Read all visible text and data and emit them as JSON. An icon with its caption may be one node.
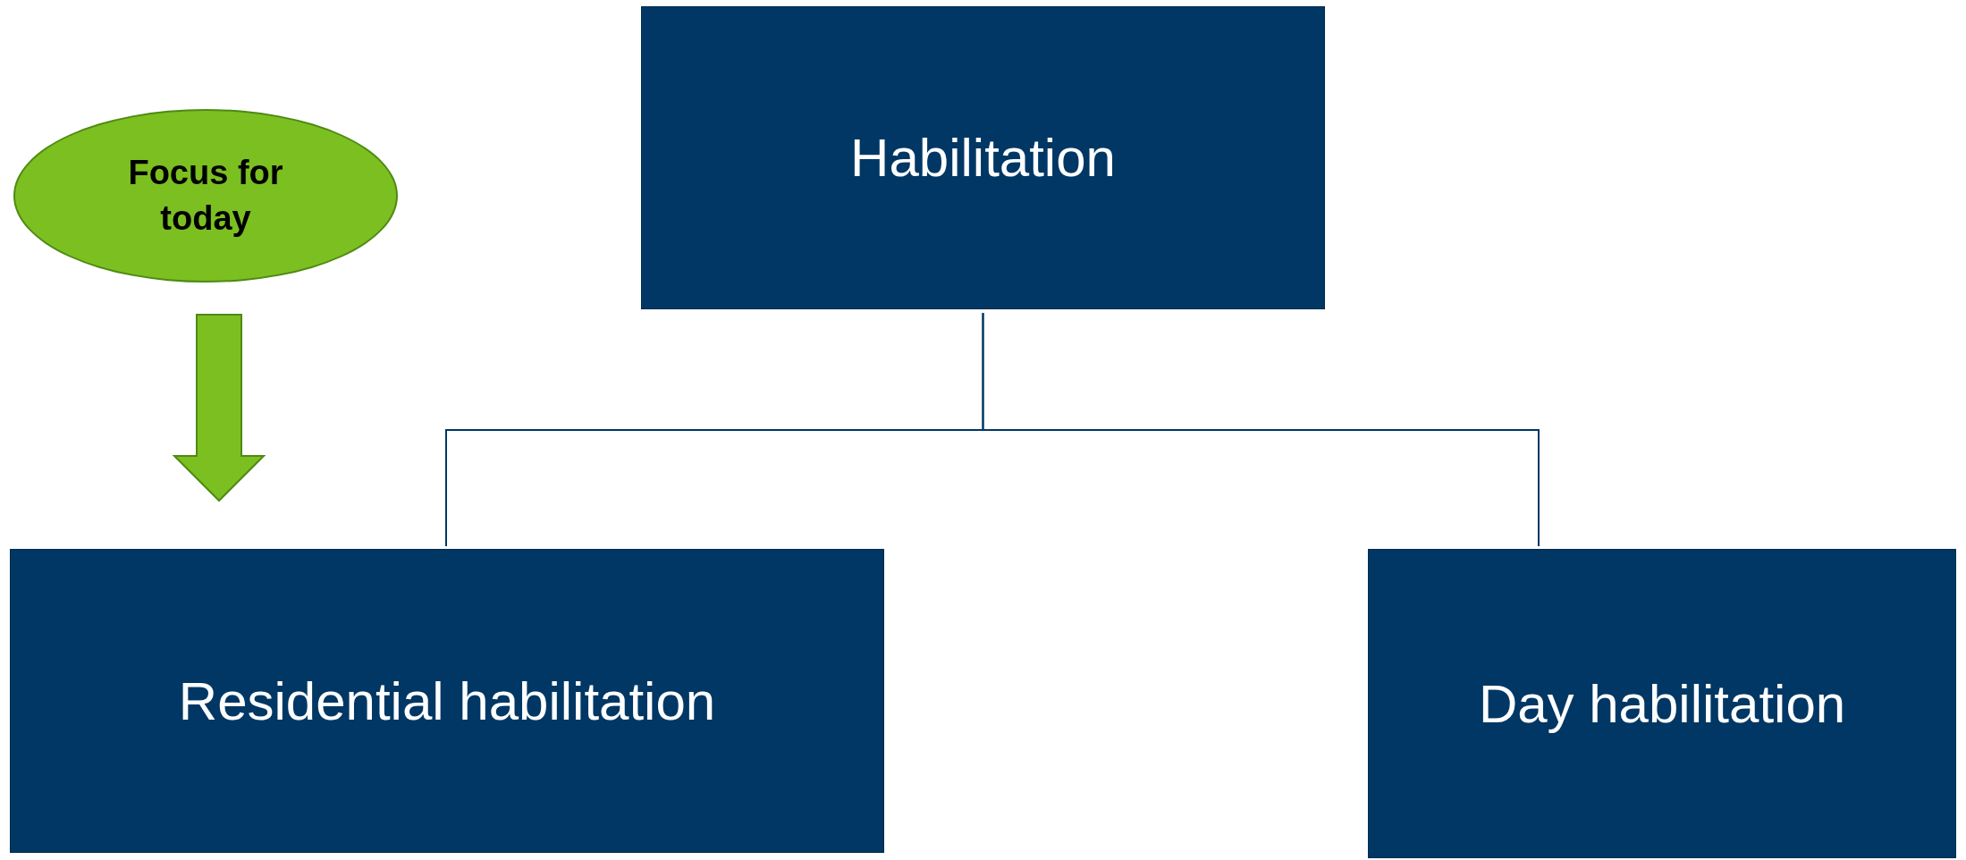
{
  "diagram": {
    "nodes": [
      {
        "text": [
          "Focus for today"
        ]
      },
      {
        "text": [
          "Habilitation"
        ]
      },
      {
        "text": [
          "Residential habilitation"
        ]
      },
      {
        "text": [
          "Day habilitation"
        ]
      }
    ],
    "edges": [
      {
        "from": 1,
        "to": 2,
        "arrow": "none"
      },
      {
        "from": 1,
        "to": 3,
        "arrow": "none"
      },
      {
        "from": 0,
        "to": 2,
        "arrow": "to",
        "style": "thick",
        "color": "#7cbf21"
      }
    ]
  }
}
